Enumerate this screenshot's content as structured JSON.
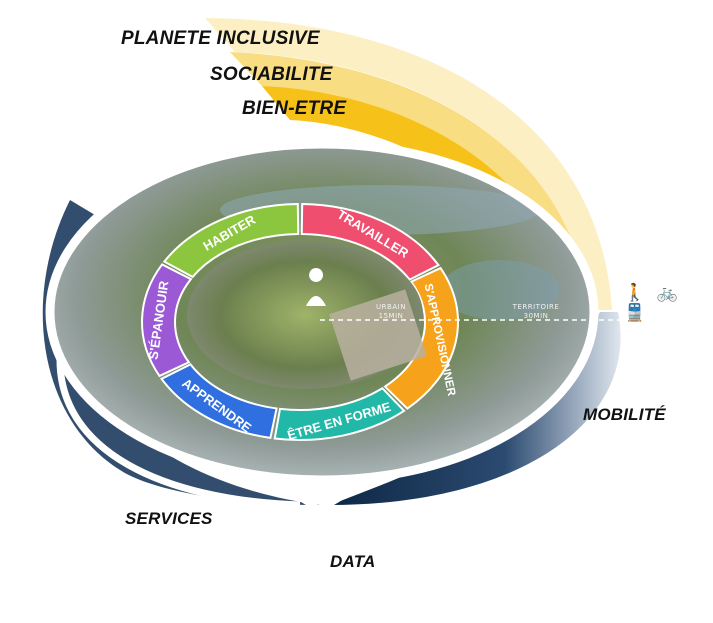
{
  "top_labels": [
    "PLANETE INCLUSIVE",
    "SOCIABILITE",
    "BIEN-ETRE"
  ],
  "segments": [
    {
      "label": "HABITER",
      "color": "#8cc63f"
    },
    {
      "label": "TRAVAILLER",
      "color": "#ef4e6f"
    },
    {
      "label": "S'APPROVISIONNER",
      "color": "#f7a21b"
    },
    {
      "label": "ÊTRE EN FORME",
      "color": "#21b8a8"
    },
    {
      "label": "APPRENDRE",
      "color": "#2f6fe0"
    },
    {
      "label": "S'ÉPANOUIR",
      "color": "#9b59d6"
    }
  ],
  "inner": {
    "urbain_line1": "URBAIN",
    "urbain_line2": "15MIN",
    "territoire_line1": "TERRITOIRE",
    "territoire_line2": "30MIN"
  },
  "mobility_icons": "🚶 🚲 🚆",
  "bottom_labels": {
    "mobilite": "MOBILITÉ",
    "services": "SERVICES",
    "data": "DATA"
  },
  "colors": {
    "yellow": "#f6c21a",
    "navy": "#1d3a5f",
    "aerial_green": "#5f7e4a",
    "aerial_grey": "#a7b2b8"
  }
}
